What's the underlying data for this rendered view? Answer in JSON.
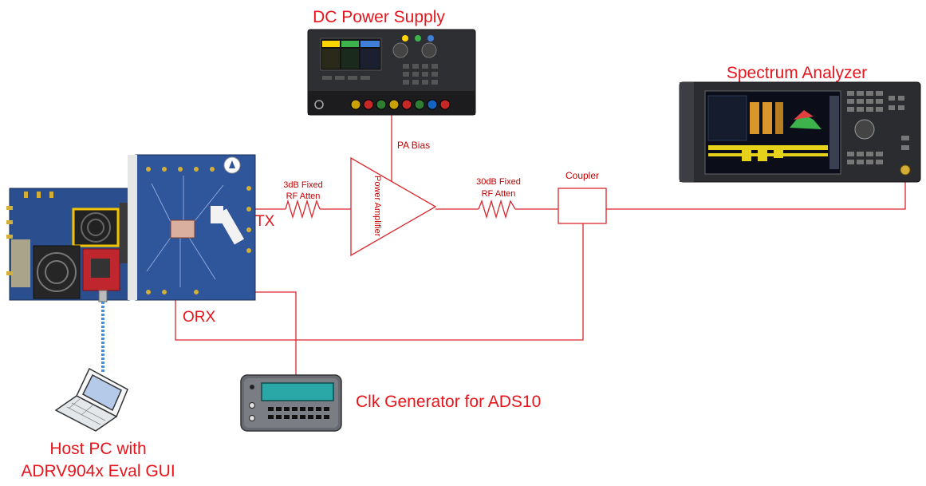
{
  "labels": {
    "dc_power_supply": "DC Power Supply",
    "spectrum_analyzer": "Spectrum Analyzer",
    "pa_bias": "PA Bias",
    "atten1_line1": "3dB  Fixed",
    "atten1_line2": "RF Atten",
    "atten2_line1": "30dB  Fixed",
    "atten2_line2": "RF Atten",
    "power_amplifier": "Power Amplifier",
    "coupler": "Coupler",
    "tx": "TX",
    "orx": "ORX",
    "clk_generator": "Clk Generator for ADS10",
    "host_pc_line1": "Host PC with",
    "host_pc_line2": "ADRV904x Eval GUI"
  },
  "colors": {
    "label_red": "#e8141b",
    "wire_red": "#d9262c",
    "usb_blue": "#4a90d9",
    "board_blue": "#2b4f8e"
  }
}
